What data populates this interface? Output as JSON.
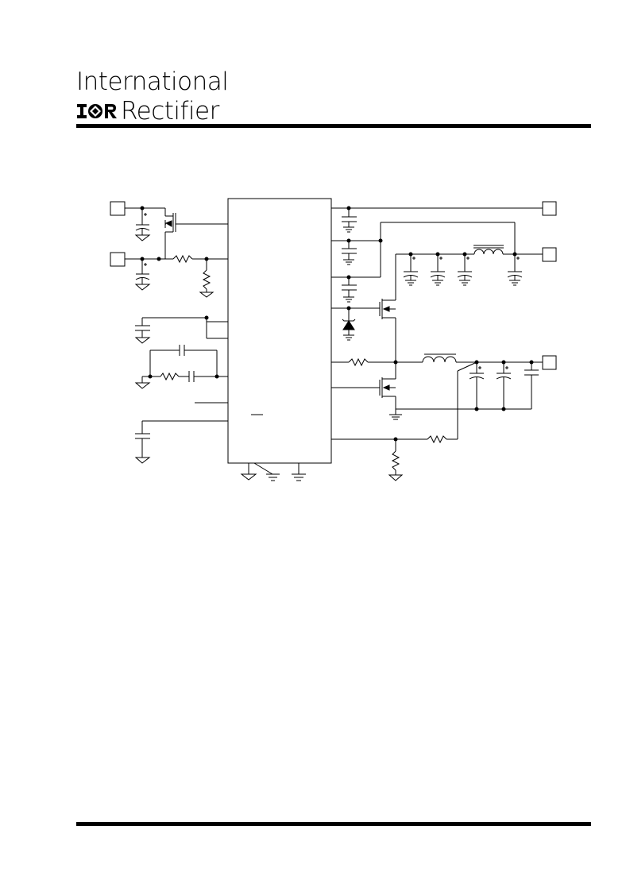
{
  "header": {
    "company_line1": "International",
    "company_line2": "Rectifier",
    "logo_text": "IOR"
  },
  "colors": {
    "ink": "#000000",
    "background": "#ffffff"
  }
}
